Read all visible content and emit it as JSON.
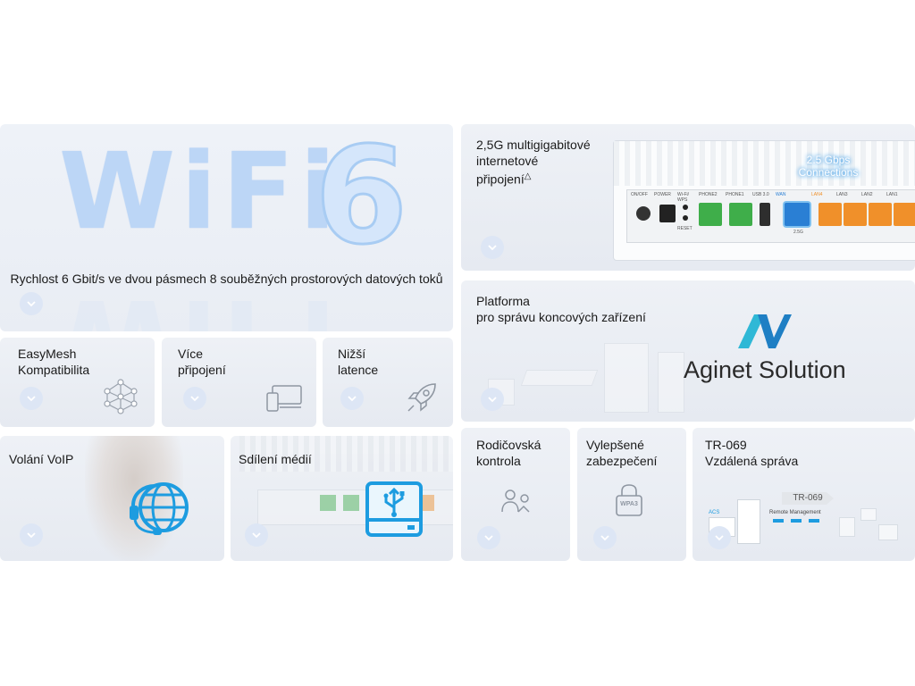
{
  "colors": {
    "tile_bg": "#e8ecf2",
    "accent_blue": "#2d9be0",
    "chevron_bg": "#dde6f5",
    "port_green": "#3fae4a",
    "port_blue": "#2a7fd4",
    "port_orange": "#f0902a"
  },
  "tiles": {
    "wifi6": {
      "big_word": "WiFi",
      "big_number": "6",
      "caption": "Rychlost 6 Gbit/s ve dvou pásmech 8 souběžných prostorových datových toků"
    },
    "multigig": {
      "line1": "2,5G multigigabitové",
      "line2": "internetové",
      "line3": "připojení",
      "line3_mark": "△",
      "badge_line1": "2.5 Gbps",
      "badge_line2": "Connections",
      "port_labels": [
        "ON/OFF",
        "POWER",
        "Wi-Fi/ WPS",
        "PHONE2",
        "PHONE1",
        "USB 3.0",
        "WAN",
        "LAN4",
        "LAN3",
        "LAN2",
        "LAN1"
      ],
      "reset_label": "RESET",
      "wan_sublabel": "2.5G"
    },
    "easymesh": {
      "line1": "EasyMesh",
      "line2": "Kompatibilita",
      "icon": "mesh-network-icon"
    },
    "more_connections": {
      "line1": "Více",
      "line2": "připojení",
      "icon": "devices-icon"
    },
    "low_latency": {
      "line1": "Nižší",
      "line2": "latence",
      "icon": "rocket-icon"
    },
    "aginet": {
      "line1": "Platforma",
      "line2": "pro správu koncových zařízení",
      "logo_text": "Aginet Solution"
    },
    "voip": {
      "label": "Volání VoIP",
      "icon": "headset-globe-icon"
    },
    "media": {
      "label": "Sdílení médií",
      "icon": "usb-drive-icon"
    },
    "parental": {
      "line1": "Rodičovská",
      "line2": "kontrola",
      "icon": "parental-users-icon"
    },
    "security": {
      "line1": "Vylepšené",
      "line2": "zabezpečení",
      "icon_text": "WPA3"
    },
    "tr069": {
      "line1": "TR-069",
      "line2": "Vzdálená správa",
      "tag": "TR-069",
      "remote_label": "Remote Management",
      "acs_label": "ACS"
    }
  }
}
